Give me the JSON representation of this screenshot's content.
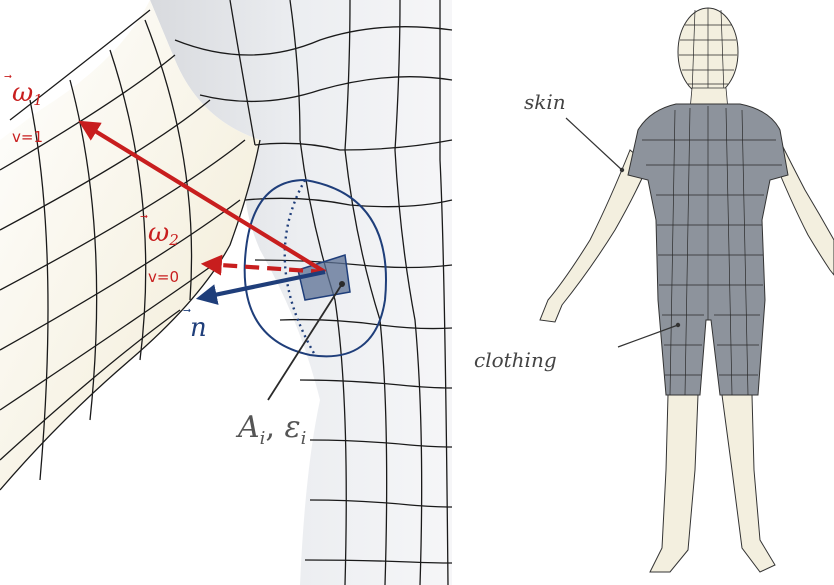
{
  "left_panel": {
    "omega1": {
      "symbol": "ω",
      "subscript": "1",
      "v_label": "v=1"
    },
    "omega2": {
      "symbol": "ω",
      "subscript": "2",
      "v_label": "v=0"
    },
    "normal": {
      "symbol": "n"
    },
    "area_label": "A",
    "area_subscript": "i",
    "emissivity_label": "ε",
    "emissivity_subscript": "i",
    "colors": {
      "red": "#c81e1e",
      "blue": "#1f3e7a",
      "dark": "#2a2a2a"
    }
  },
  "right_panel": {
    "skin_label": "skin",
    "clothing_label": "clothing",
    "colors": {
      "skin": "#f3efdf",
      "clothing": "#8d939c"
    }
  }
}
